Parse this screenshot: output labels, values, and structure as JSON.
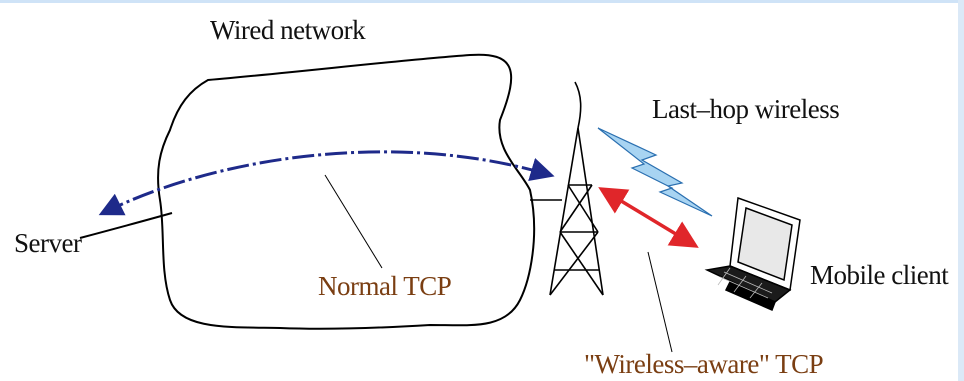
{
  "labels": {
    "wired_network": "Wired network",
    "last_hop_wireless": "Last–hop wireless",
    "server": "Server",
    "normal_tcp": "Normal TCP",
    "mobile_client": "Mobile client",
    "wireless_aware_tcp": "\"Wireless–aware\" TCP"
  },
  "colors": {
    "normal_tcp_arrow": "#1e2a8a",
    "wireless_tcp_arrow": "#e0262a",
    "wireless_link": "#4aa6e0",
    "label_brown": "#7a3e12"
  },
  "icons": [
    "cell-tower-icon",
    "laptop-icon",
    "lightning-bolt-icon"
  ]
}
